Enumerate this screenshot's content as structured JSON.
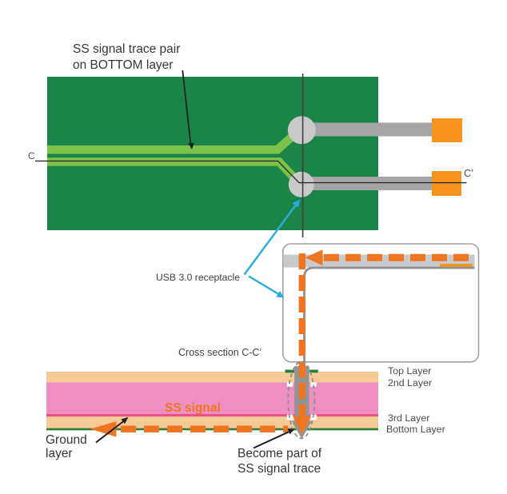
{
  "top_view": {
    "trace_label": "SS signal trace pair\non BOTTOM layer",
    "section_marker_start": "C",
    "section_marker_end": "C’"
  },
  "receptacle": {
    "label": "USB 3.0 receptacle"
  },
  "cross_section": {
    "title": "Cross section C-C’",
    "ss_signal_label": "SS signal",
    "ground_label": "Ground\nlayer",
    "become_label": "Become part of\nSS signal trace",
    "layers": [
      "Top Layer",
      "2nd Layer",
      "3rd Layer",
      "Bottom Layer"
    ]
  },
  "colors": {
    "board_green": "#1b8447",
    "trace_green": "#7cc24b",
    "pad_orange": "#f7941e",
    "signal_orange": "#ee7623",
    "copper_gray": "#a5a5a7",
    "via_gray": "#949494",
    "tan_layer": "#f6ca96",
    "pink_layer": "#ef8ec1",
    "third_layer_line": "#ea5287",
    "ground_green": "#2e7d3a",
    "callout_cyan": "#29abe2"
  }
}
